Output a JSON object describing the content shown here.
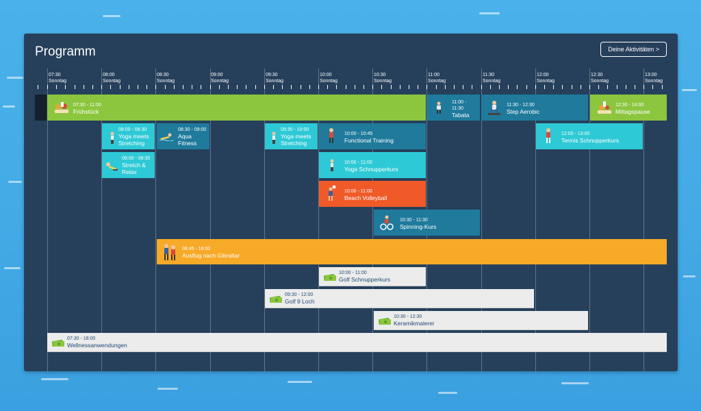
{
  "header": {
    "title": "Programm",
    "button_label": "Deine Aktivitäten >"
  },
  "timeline": {
    "day": "Sonntag",
    "slots": [
      "07:30",
      "08:00",
      "08:30",
      "09:00",
      "09:30",
      "10:00",
      "10:30",
      "11:00",
      "11:30",
      "12:00",
      "12:30",
      "13:00"
    ]
  },
  "events": {
    "fruehstueck": {
      "time": "07:30  -  11:00",
      "name": "Frühstück",
      "color": "#8cc63f",
      "icon": "breakfast-icon"
    },
    "tabata": {
      "time": "11:00 - 11:30",
      "name": "Tabata",
      "color": "#1f7a9c",
      "icon": "fitness-person-icon"
    },
    "step": {
      "time": "11:30  -  12:30",
      "name": "Step Aerobic",
      "color": "#1f7a9c",
      "icon": "aerobic-person-icon"
    },
    "mittag": {
      "time": "12:30  -  14:00",
      "name": "Mittagspause",
      "color": "#8cc63f",
      "icon": "lunch-icon"
    },
    "yoga_stretch1": {
      "time": "08:00  -  08:30",
      "name": "Yoga meets Stretching",
      "color": "#2ec9d6",
      "icon": "yoga-person-icon"
    },
    "aqua": {
      "time": "08:30  -  09:00",
      "name": "Aqua Fitness",
      "color": "#1f7a9c",
      "icon": "swimmer-icon"
    },
    "yoga_stretch2": {
      "time": "09:30  -  10:00",
      "name": "Yoga meets Stretching",
      "color": "#2ec9d6",
      "icon": "yoga-person-icon"
    },
    "functional": {
      "time": "10:00  -  10:45",
      "name": "Functional Training",
      "color": "#1f7a9c",
      "icon": "training-person-icon"
    },
    "tennis": {
      "time": "12:00  -  13:00",
      "name": "Tennis Schnupperkurs",
      "color": "#2ec9d6",
      "icon": "tennis-player-icon"
    },
    "stretch_relax": {
      "time": "08:00  -  08:30",
      "name": "Stretch & Relax",
      "color": "#2ec9d6",
      "icon": "relax-person-icon"
    },
    "yoga_schnupper": {
      "time": "10:00  -  11:00",
      "name": "Yoga Schnupperkurs",
      "color": "#2ec9d6",
      "icon": "yoga-person-icon"
    },
    "beach": {
      "time": "10:00  -  11:00",
      "name": "Beach Volleyball",
      "color": "#f05a28",
      "icon": "volleyball-player-icon"
    },
    "spinning": {
      "time": "10:30  -  11:30",
      "name": "Spinning-Kurs",
      "color": "#1f7a9c",
      "icon": "cyclist-icon"
    },
    "ausflug": {
      "time": "08:45  -  18:00",
      "name": "Ausflug nach Gibraltar",
      "color": "#f7a928",
      "icon": "tourists-icon"
    },
    "golf_schnupper": {
      "time": "10:00  -  11:00",
      "name": "Golf Schnupperkurs",
      "color": "#ececec",
      "icon": "money-icon"
    },
    "golf9": {
      "time": "09:30  -  12:00",
      "name": "Golf 9 Loch",
      "color": "#ececec",
      "icon": "money-icon"
    },
    "keramik": {
      "time": "10:30  -  12:30",
      "name": "Keramikmalerei",
      "color": "#ececec",
      "icon": "money-icon"
    },
    "wellness": {
      "time": "07:30  -  18:00",
      "name": "Wellnessanwendungen",
      "color": "#ececec",
      "icon": "money-icon"
    }
  }
}
